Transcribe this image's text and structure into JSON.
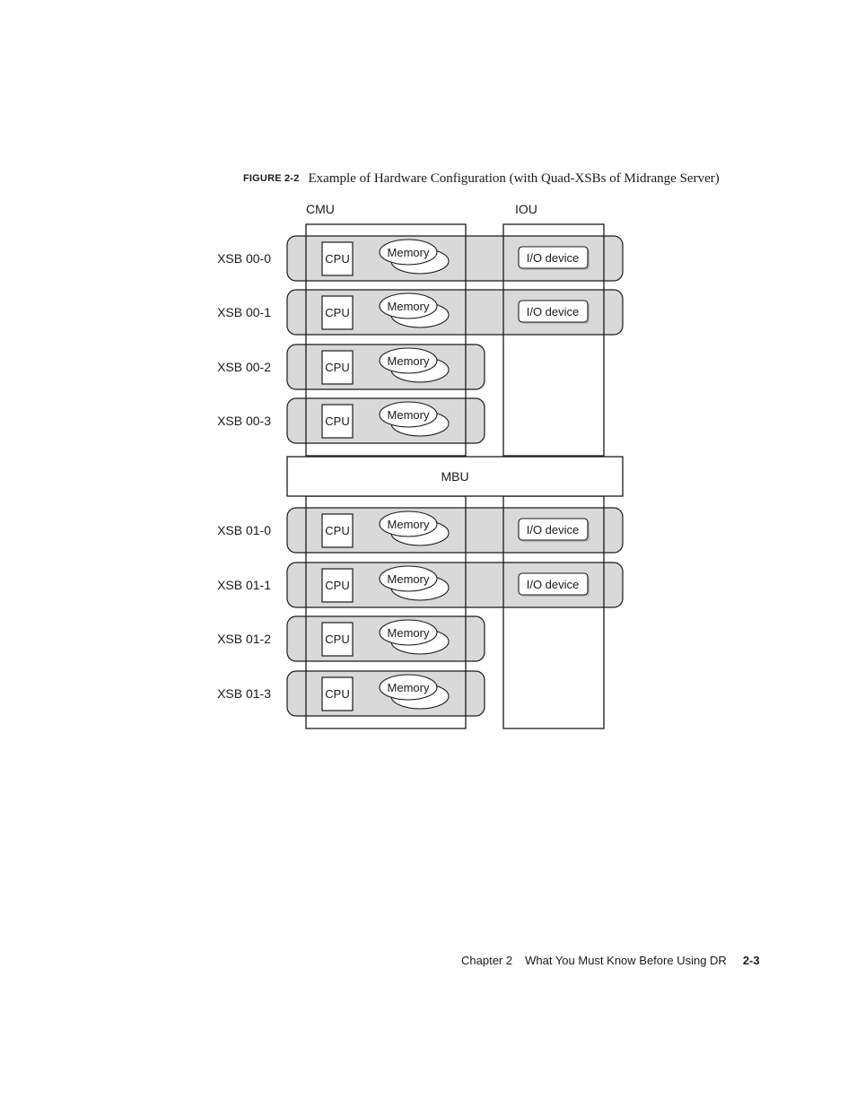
{
  "caption": {
    "label": "FIGURE 2-2",
    "title": "Example of Hardware Configuration (with Quad-XSBs of Midrange Server)"
  },
  "diagram": {
    "columns": {
      "cmu": "CMU",
      "iou": "IOU"
    },
    "mbu_label": "MBU",
    "cpu_label": "CPU",
    "memory_label": "Memory",
    "io_label": "I/O device",
    "xsbs": [
      {
        "name": "XSB 00-0",
        "has_io": true
      },
      {
        "name": "XSB 00-1",
        "has_io": true
      },
      {
        "name": "XSB 00-2",
        "has_io": false
      },
      {
        "name": "XSB 00-3",
        "has_io": false
      },
      {
        "name": "XSB 01-0",
        "has_io": true
      },
      {
        "name": "XSB 01-1",
        "has_io": true
      },
      {
        "name": "XSB 01-2",
        "has_io": false
      },
      {
        "name": "XSB 01-3",
        "has_io": false
      }
    ],
    "colors": {
      "xsb_fill": "#d9d9d9",
      "stroke": "#1a1a1a",
      "box_fill": "#ffffff"
    }
  },
  "footer": {
    "chapter": "Chapter 2",
    "title": "What You Must Know Before Using DR",
    "page": "2-3"
  }
}
